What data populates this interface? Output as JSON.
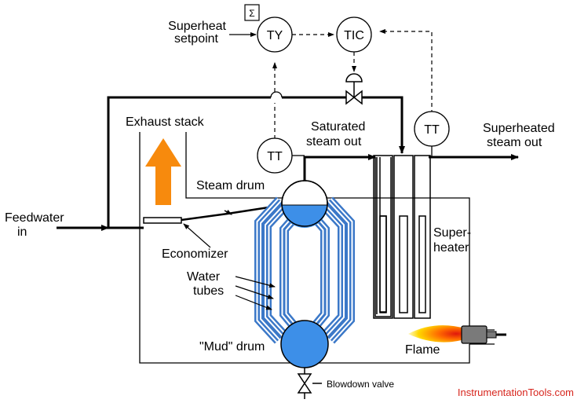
{
  "labels": {
    "superheat_setpoint_line1": "Superheat",
    "superheat_setpoint_line2": "setpoint",
    "exhaust_stack": "Exhaust stack",
    "saturated_line1": "Saturated",
    "saturated_line2": "steam out",
    "superheated_line1": "Superheated",
    "superheated_line2": "steam out",
    "steam_drum": "Steam drum",
    "feedwater_line1": "Feedwater",
    "feedwater_line2": "in",
    "economizer": "Economizer",
    "water_tubes_line1": "Water",
    "water_tubes_line2": "tubes",
    "superheater_line1": "Super-",
    "superheater_line2": "heater",
    "mud_drum": "\"Mud\" drum",
    "flame": "Flame",
    "blowdown_valve": "Blowdown valve"
  },
  "instruments": {
    "summer_symbol": "Σ",
    "ty": "TY",
    "tic": "TIC",
    "tt_saturated": "TT",
    "tt_superheated": "TT"
  },
  "watermark": "InstrumentationTools.com",
  "colors": {
    "drum_fill": "#3d8fe8",
    "tube_blue": "#3b78c8",
    "arrow_orange": "#f78a0d",
    "flame_yellow": "#ffd800",
    "flame_red": "#e0180c",
    "watermark_red": "#d7261e",
    "burner_gray": "#7a7a7a"
  }
}
